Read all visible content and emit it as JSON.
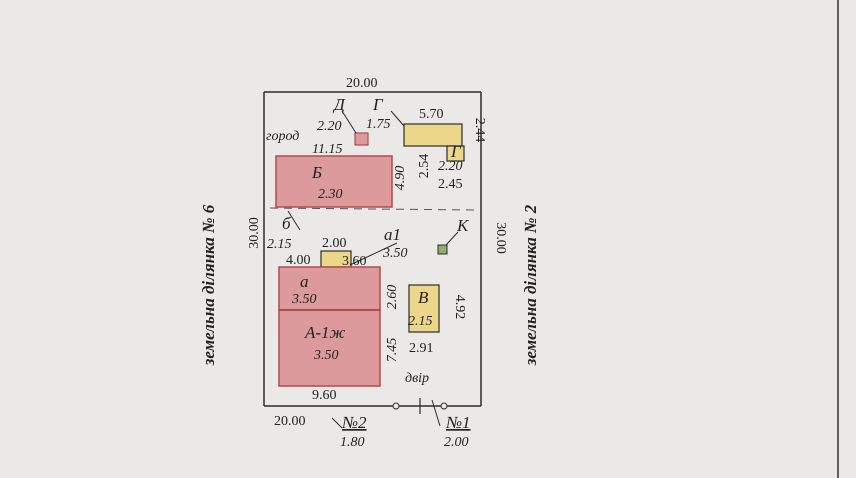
{
  "plot": {
    "top_width": "20.00",
    "bottom_width": "20.00",
    "left_depth": "30.00",
    "right_depth": "30.00"
  },
  "neighbors": {
    "left": "земельна ділянка № 6",
    "right": "земельна ділянка № 2"
  },
  "buildings": {
    "B": {
      "letter": "Б",
      "height": "2.30",
      "depth": "4.90",
      "width": "11.15"
    },
    "b": {
      "letter": "б",
      "height": "2.15"
    },
    "D": {
      "letter": "Д",
      "height": "2.20"
    },
    "G": {
      "letter": "Г",
      "height": "1.75",
      "width": "5.70",
      "depth": "2.44"
    },
    "G_inner": {
      "letter": "Г",
      "height": "2.20",
      "width": "2.45",
      "depth": "2.54"
    },
    "a1": {
      "letter": "а1",
      "height": "3.50",
      "width": "2.00",
      "depth": "3.60"
    },
    "a": {
      "letter": "а",
      "height": "3.50",
      "depth": "2.60",
      "width": "4.00"
    },
    "A": {
      "letter": "А-1ж",
      "height": "3.50",
      "depth": "7.45",
      "width": "9.60"
    },
    "V": {
      "letter": "В",
      "height": "2.15",
      "depth": "4.92",
      "width": "2.91"
    },
    "K": {
      "letter": "К"
    }
  },
  "labels": {
    "garden": "город",
    "yard": "двір"
  },
  "gates": {
    "n2": {
      "label": "№2",
      "width": "1.80"
    },
    "n1": {
      "label": "№1",
      "width": "2.00"
    }
  },
  "colors": {
    "house": "#dc9a9c",
    "house_edge": "#b24a4e",
    "aux": "#ecd68a",
    "line": "#2c2c2c",
    "paper": "#ebe9e7"
  }
}
